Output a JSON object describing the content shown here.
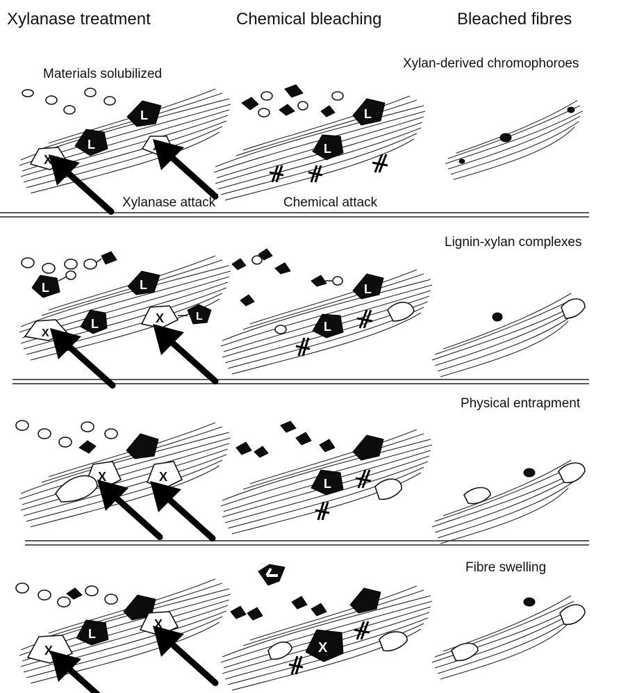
{
  "columns": {
    "xylanase": "Xylanase treatment",
    "chemical": "Chemical bleaching",
    "bleached": "Bleached fibres"
  },
  "labels": {
    "materials": "Materials solubilized",
    "xylanase_attack": "Xylanase attack",
    "chemical_attack": "Chemical attack"
  },
  "panels": [
    {
      "title": "Xylan-derived  chromophoroes"
    },
    {
      "title": "Lignin-xylan complexes"
    },
    {
      "title": "Physical entrapment"
    },
    {
      "title": "Fibre swelling"
    }
  ],
  "glyphs": {
    "xylan": "X",
    "lignin": "L"
  },
  "colors": {
    "lignin": "#0d0d0d",
    "xylan": "#ffffff",
    "ink": "#111111"
  }
}
